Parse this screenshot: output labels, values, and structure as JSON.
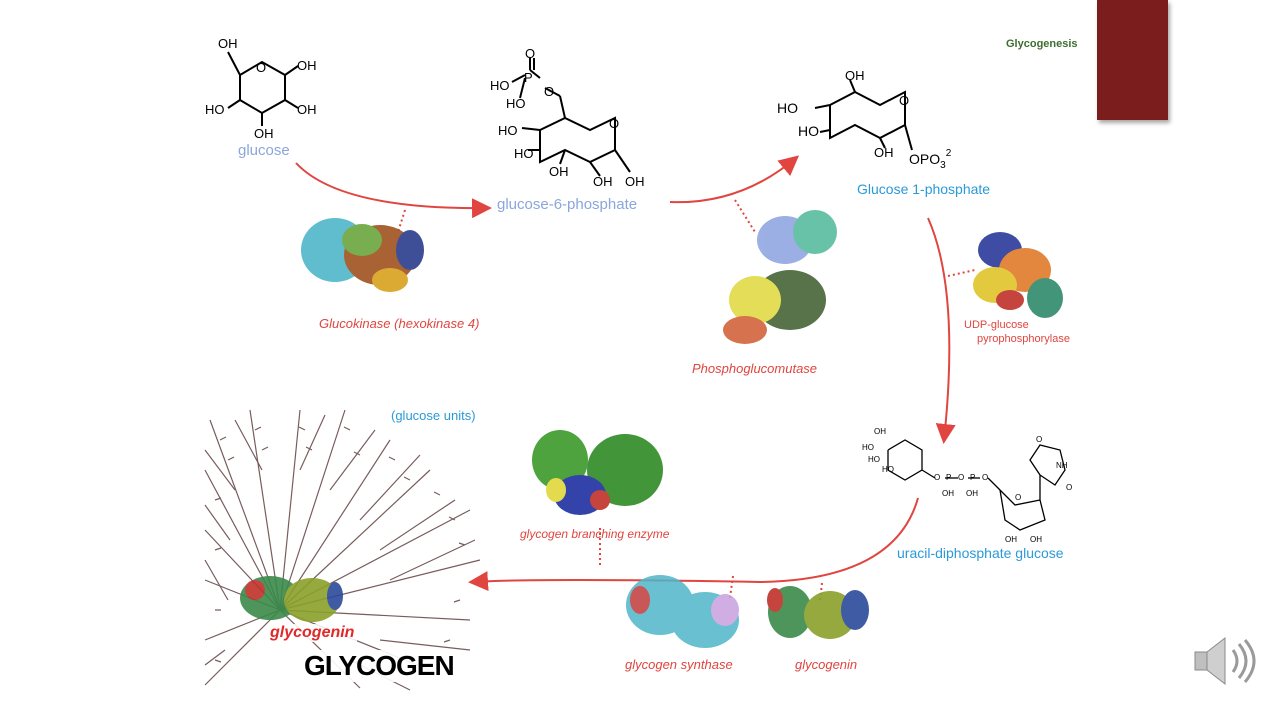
{
  "slide": {
    "title": "Glycogenesis",
    "accent_color": "#7b1d1d"
  },
  "molecules": {
    "glucose": "glucose",
    "g6p": "glucose-6-phosphate",
    "g1p": "Glucose 1-phosphate",
    "udpg": "uracil-diphosphate glucose"
  },
  "enzymes": {
    "glucokinase": "Glucokinase (hexokinase 4)",
    "phosphoglucomutase": "Phosphoglucomutase",
    "udp_line1": "UDP-glucose",
    "udp_line2": "pyrophosphorylase",
    "branching": "glycogen branching enzyme",
    "synthase": "glycogen synthase",
    "glycogenin": "glycogenin"
  },
  "glycogen": {
    "units_label": "(glucose units)",
    "glycogenin_label": "glycogenin",
    "title": "GLYCOGEN"
  },
  "structure_text": {
    "oh": "OH",
    "ho": "HO",
    "o": "O",
    "p": "P",
    "opo3": "OPO",
    "sub3": "3",
    "sup2": "2",
    "nh": "NH"
  },
  "icons": {
    "speaker": "speaker-icon"
  }
}
